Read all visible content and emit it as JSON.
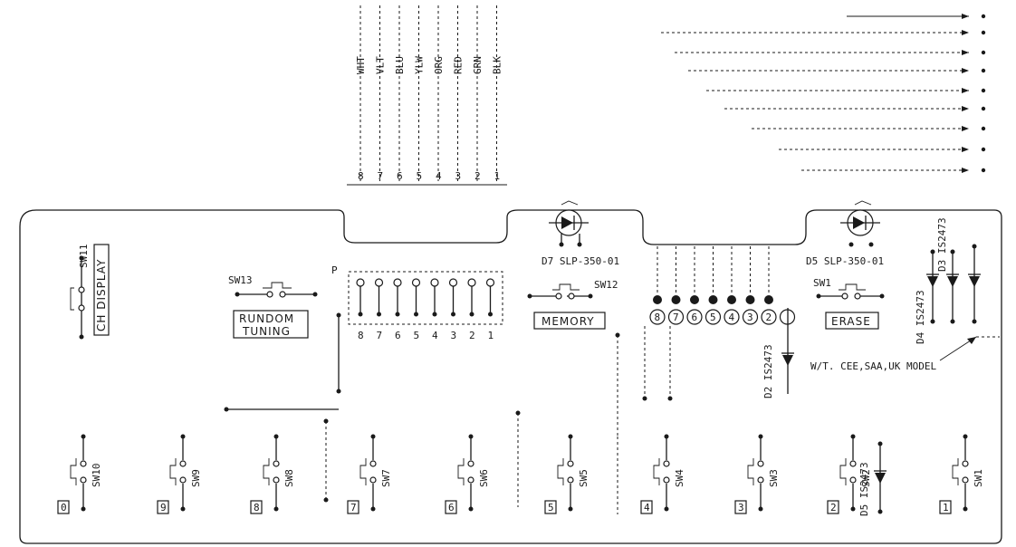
{
  "wire_colors": [
    "WHT",
    "VLT",
    "BLU",
    "YLW",
    "ORG",
    "RED",
    "GRN",
    "BLK"
  ],
  "wire_pins": [
    "8",
    "7",
    "6",
    "5",
    "4",
    "3",
    "2",
    "1"
  ],
  "switches": {
    "sw11": {
      "name": "SW11",
      "label": "CH DISPLAY"
    },
    "sw13": {
      "name": "SW13",
      "label_line1": "RUNDOM",
      "label_line2": "TUNING"
    },
    "sw12": {
      "name": "SW12",
      "label": "MEMORY"
    },
    "sw1": {
      "name": "SW1",
      "label": "ERASE"
    }
  },
  "dip_numbers": [
    "8",
    "7",
    "6",
    "5",
    "4",
    "3",
    "2",
    "1"
  ],
  "dip_marker": "P",
  "led_d7": "D7  SLP-350-01",
  "led_d5": "D5  SLP-350-01",
  "diode_d2": "D2  IS2473",
  "diode_d3": "D3 IS2473",
  "diode_d4": "D4 IS2473",
  "diode_d5_low": "D5 IS2473",
  "model_note": "W/T. CEE,SAA,UK MODEL",
  "pin_circles": [
    "8",
    "7",
    "6",
    "5",
    "4",
    "3",
    "2"
  ],
  "bottom_switches": [
    {
      "name": "SW10",
      "key": "0"
    },
    {
      "name": "SW9",
      "key": "9"
    },
    {
      "name": "SW8",
      "key": "8"
    },
    {
      "name": "SW7",
      "key": "7"
    },
    {
      "name": "SW6",
      "key": "6"
    },
    {
      "name": "SW5",
      "key": "5"
    },
    {
      "name": "SW4",
      "key": "4"
    },
    {
      "name": "SW3",
      "key": "3"
    },
    {
      "name": "SW2",
      "key": "2"
    },
    {
      "name": "SW1",
      "key": "1"
    }
  ]
}
